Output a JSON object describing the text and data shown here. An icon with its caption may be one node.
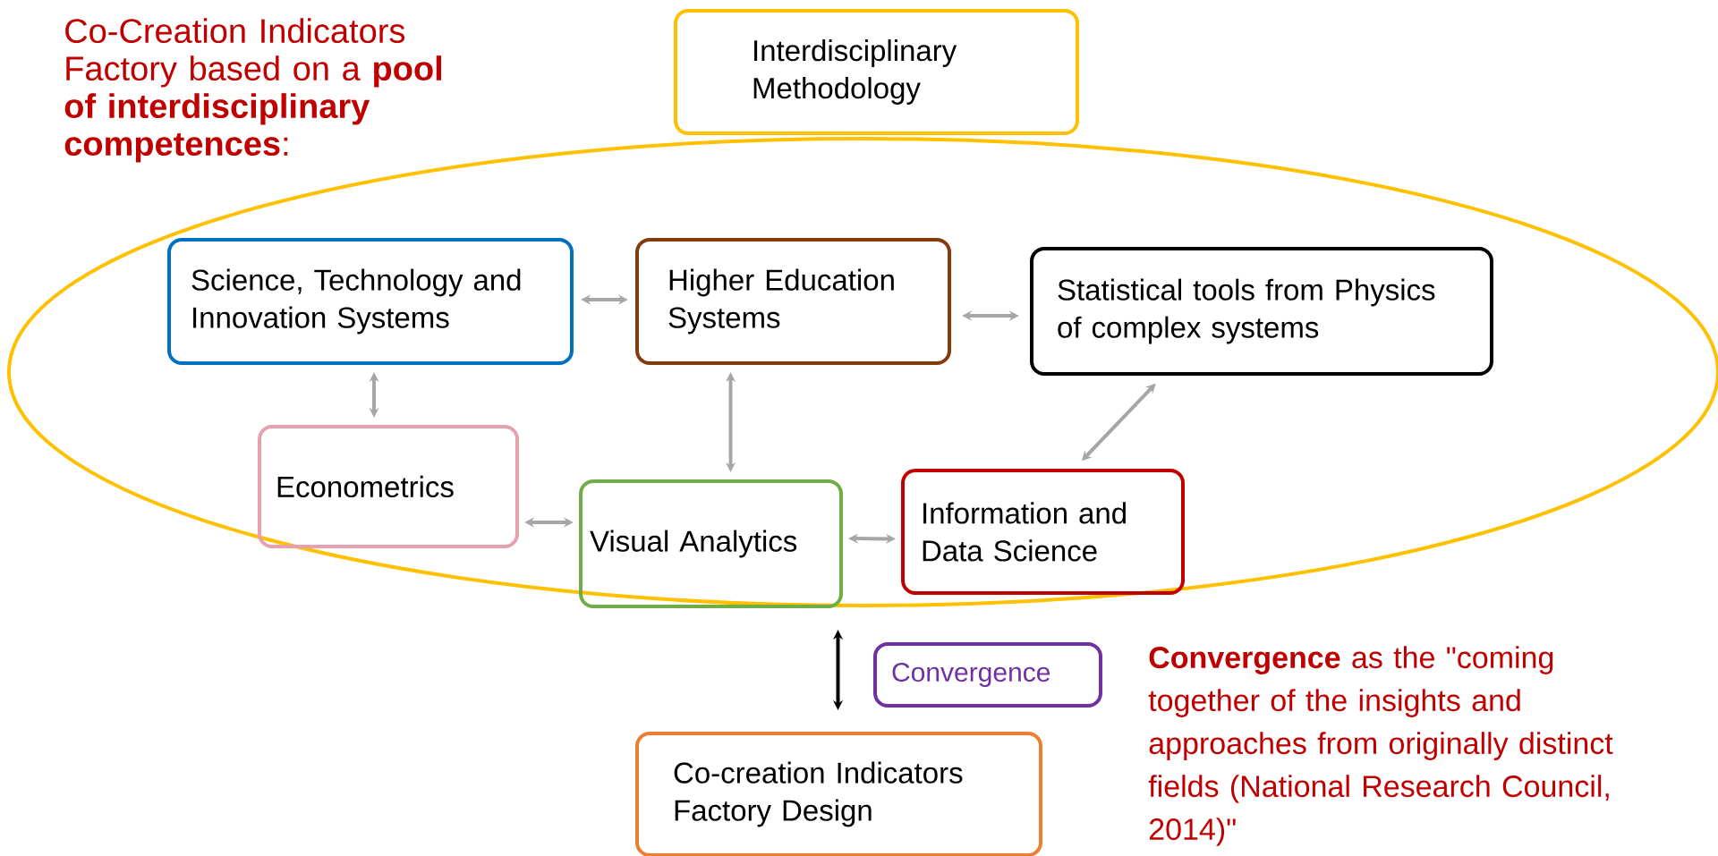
{
  "diagram": {
    "nodes": [
      {
        "text": [
          "Interdisciplinary Methodology"
        ]
      },
      {
        "text": [
          "Science, Technology and Innovation Systems"
        ]
      },
      {
        "text": [
          "Higher Education Systems"
        ]
      },
      {
        "text": [
          "Statistical tools from Physics of complex systems"
        ]
      },
      {
        "text": [
          "Econometrics"
        ]
      },
      {
        "text": [
          "Visual Analytics"
        ]
      },
      {
        "text": [
          "Information and Data Science"
        ]
      },
      {
        "text": [
          "Convergence"
        ]
      },
      {
        "text": [
          "Co-creation Indicators Factory Design"
        ]
      }
    ],
    "edges": [
      {
        "from": 1,
        "to": 2,
        "arrow": "both"
      },
      {
        "from": 2,
        "to": 3,
        "arrow": "both"
      },
      {
        "from": 1,
        "to": 4,
        "arrow": "both"
      },
      {
        "from": 2,
        "to": 5,
        "arrow": "both"
      },
      {
        "from": 3,
        "to": 6,
        "arrow": "both"
      },
      {
        "from": 4,
        "to": 5,
        "arrow": "both"
      },
      {
        "from": 5,
        "to": 6,
        "arrow": "both"
      },
      {
        "from": 5,
        "to": 8,
        "arrow": "both",
        "color": "#000000"
      }
    ],
    "labels": [
      "Co-Creation Indicators Factory based on a **pool of interdisciplinary competences**:",
      "**Convergence** as the \"coming together of the insights and approaches from originally distinct fields (National Research Council, 2014)\""
    ]
  }
}
